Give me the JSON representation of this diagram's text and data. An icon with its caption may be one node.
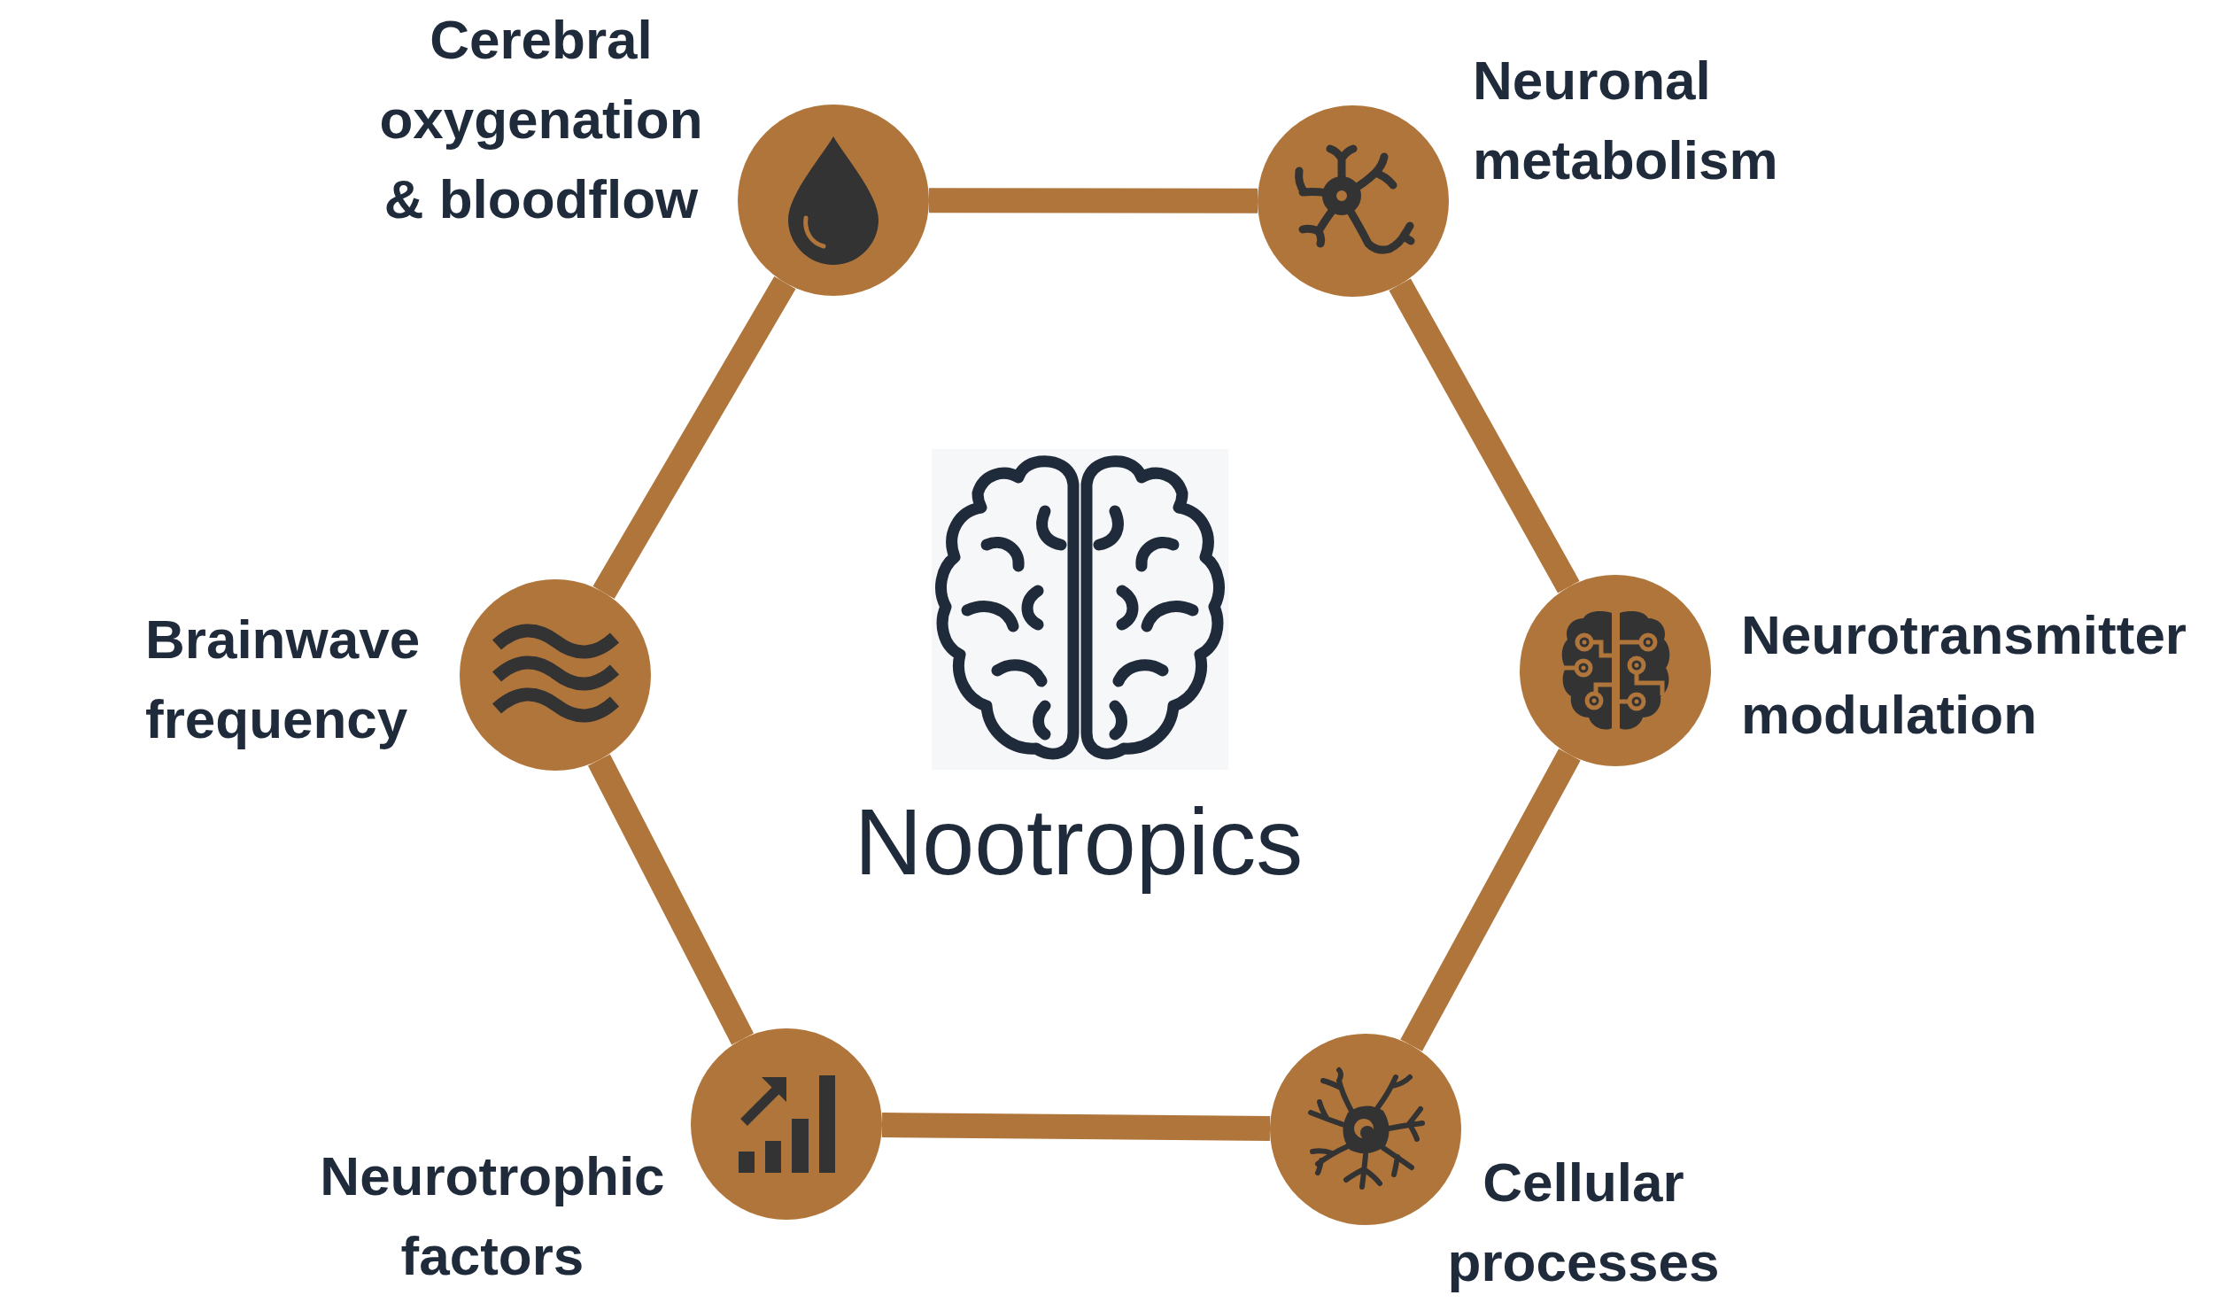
{
  "diagram": {
    "nodes": [
      {
        "text": [
          "Cerebral oxygenation & bloodflow"
        ]
      },
      {
        "text": [
          "Neuronal metabolism"
        ]
      },
      {
        "text": [
          "Brainwave frequency"
        ]
      },
      {
        "text": [
          "Nootropics"
        ]
      },
      {
        "text": [
          "Neurotransmitter modulation"
        ]
      },
      {
        "text": [
          "Neurotrophic factors"
        ]
      },
      {
        "text": [
          "Cellular processes"
        ]
      }
    ],
    "edges": [
      {
        "from": 0,
        "to": 1,
        "arrow": "none"
      },
      {
        "from": 1,
        "to": 4,
        "arrow": "none"
      },
      {
        "from": 4,
        "to": 6,
        "arrow": "none"
      },
      {
        "from": 6,
        "to": 5,
        "arrow": "none"
      },
      {
        "from": 5,
        "to": 2,
        "arrow": "none"
      },
      {
        "from": 2,
        "to": 0,
        "arrow": "none"
      }
    ]
  }
}
